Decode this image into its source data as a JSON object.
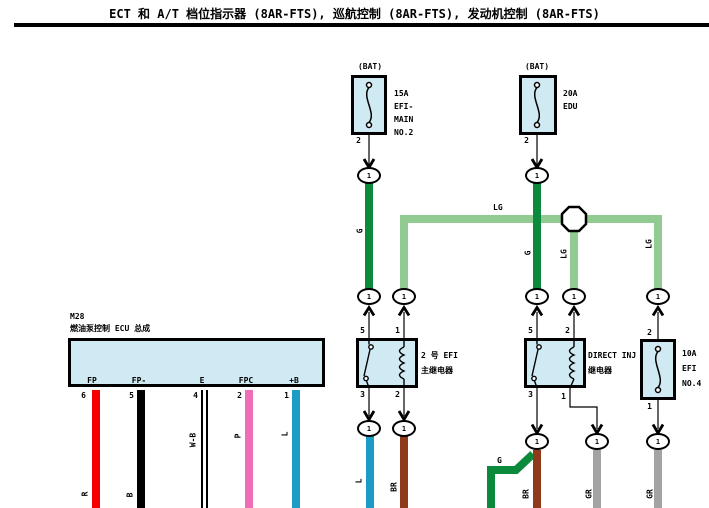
{
  "title": "ECT 和 A/T 档位指示器 (8AR-FTS), 巡航控制 (8AR-FTS), 发动机控制 (8AR-FTS)",
  "connector": {
    "label": "1"
  },
  "fuse_efi_main": {
    "top_label": "(BAT)",
    "lines": [
      "15A",
      "EFI-",
      "MAIN",
      "NO.2"
    ],
    "pin_bottom": "2"
  },
  "fuse_edu": {
    "top_label": "(BAT)",
    "lines": [
      "20A",
      "EDU"
    ],
    "pin_bottom": "2"
  },
  "fuse_efi_no4": {
    "lines": [
      "10A",
      "EFI",
      "NO.4"
    ],
    "pin_top": "2",
    "pin_bottom": "1"
  },
  "relay_efi_main_2": {
    "pin_tl": "5",
    "pin_tr": "1",
    "pin_bl": "3",
    "pin_br": "2",
    "lines": [
      "2 号 EFI",
      "主继电器"
    ]
  },
  "relay_direct_inj": {
    "pin_tl": "5",
    "pin_tr": "2",
    "pin_bl": "3",
    "pin_br": "1",
    "lines": [
      "DIRECT INJ",
      "继电器"
    ]
  },
  "ecu": {
    "code": "M28",
    "name": "燃油泵控制 ECU 总成",
    "pins": [
      {
        "label": "FP",
        "number": "6"
      },
      {
        "label": "FP-",
        "number": "5"
      },
      {
        "label": "E",
        "number": "4"
      },
      {
        "label": "FPC",
        "number": "2"
      },
      {
        "label": "+B",
        "number": "1"
      }
    ]
  },
  "wire_labels": {
    "g": "G",
    "lg": "LG",
    "l": "L",
    "br": "BR",
    "gr": "GR",
    "r": "R",
    "b": "B",
    "wb": "W-B",
    "p": "P"
  },
  "colors": {
    "green": "#0b8a3c",
    "light_green": "#92cb92",
    "blue": "#1b9cc7",
    "brown": "#8e3a1b",
    "red": "#f40000",
    "black": "#000000",
    "pink": "#f06eb8",
    "gray": "#a3a3a3",
    "component_fill": "#cfeaf2"
  }
}
